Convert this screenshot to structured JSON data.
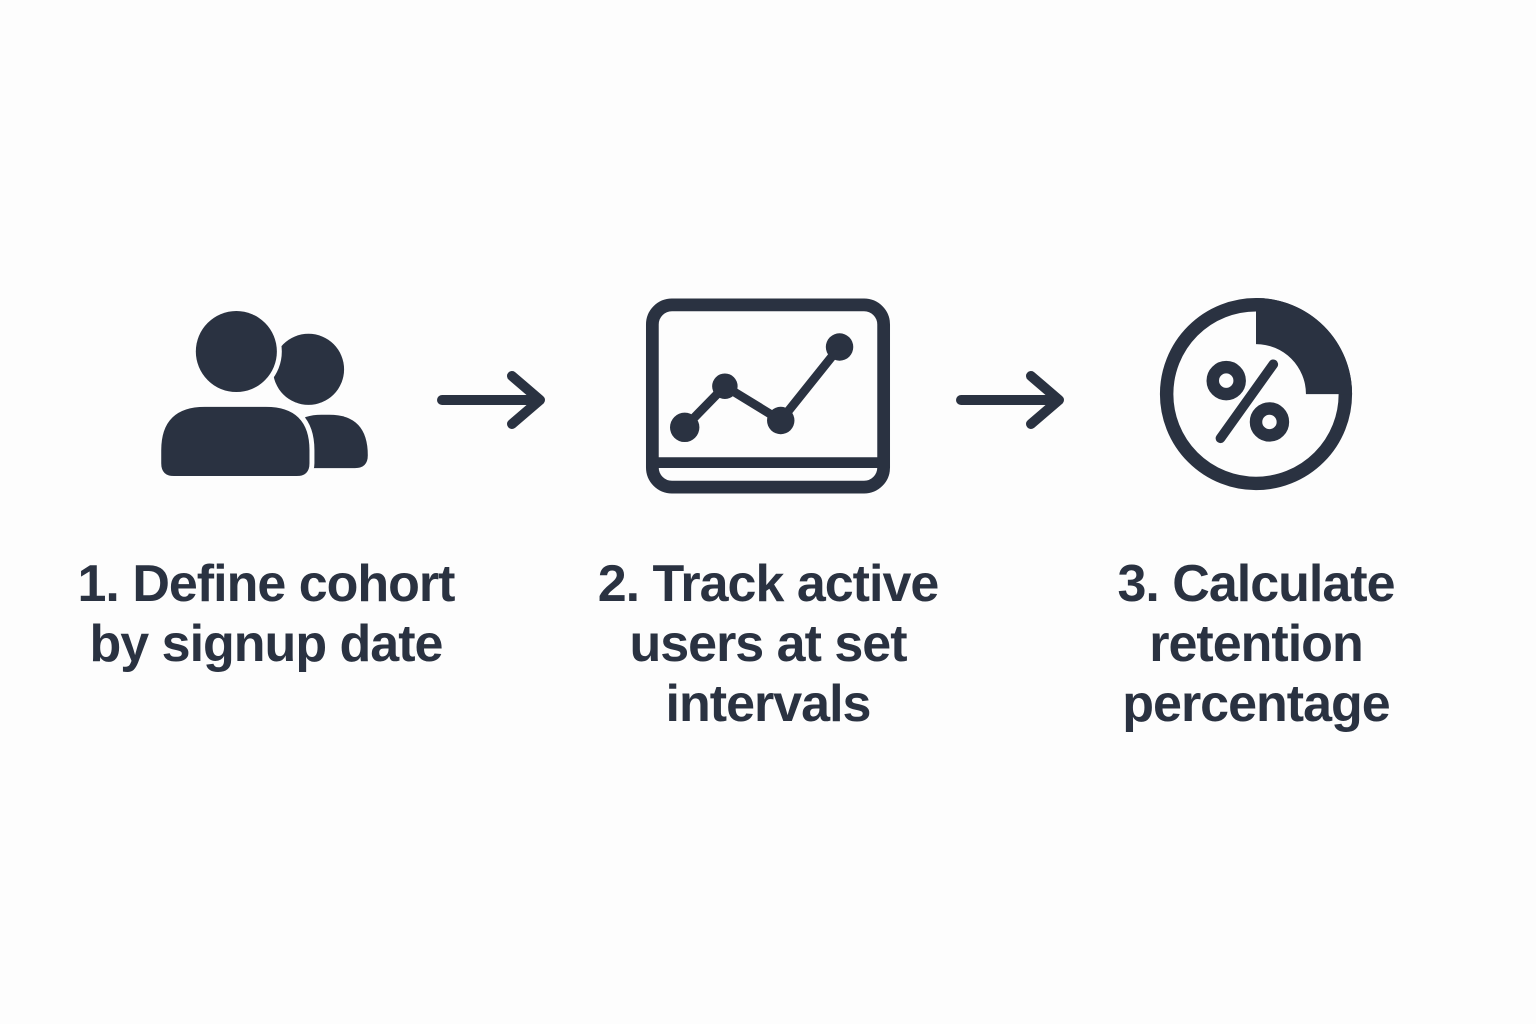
{
  "page": {
    "title": "Retention calculation process diagram",
    "background": "#fdfdfd",
    "ink": "#2a3241"
  },
  "steps": [
    {
      "icon": "users-icon",
      "caption": "1. Define cohort\nby signup date"
    },
    {
      "icon": "line-chart-screen-icon",
      "caption": "2. Track active\nusers at set\nintervals"
    },
    {
      "icon": "percentage-pie-icon",
      "caption": "3. Calculate\nretention\npercentage"
    }
  ],
  "arrows": [
    {
      "icon": "right-arrow-icon"
    },
    {
      "icon": "right-arrow-icon"
    }
  ]
}
